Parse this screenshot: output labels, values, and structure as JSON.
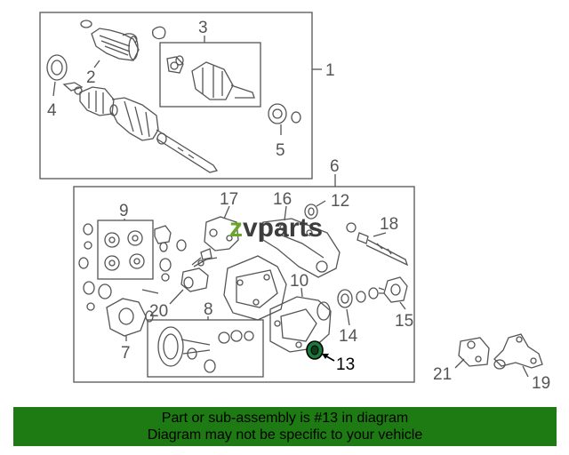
{
  "callouts": {
    "c1": "1",
    "c2": "2",
    "c3": "3",
    "c4": "4",
    "c5": "5",
    "c6": "6",
    "c7": "7",
    "c8": "8",
    "c9": "9",
    "c10": "10",
    "c12": "12",
    "c13": "13",
    "c14": "14",
    "c15": "15",
    "c16": "16",
    "c17": "17",
    "c18": "18",
    "c19": "19",
    "c20": "20",
    "c21": "21"
  },
  "watermark": {
    "prefix": "z",
    "rest": "vparts"
  },
  "footer": {
    "line1": "Part or sub-assembly is #13 in diagram",
    "line2": "Diagram may not be specific to your vehicle"
  },
  "colors": {
    "footer_bg": "#1e7a12",
    "highlight_part": "#1c7a3a",
    "line_art": "#555555"
  }
}
